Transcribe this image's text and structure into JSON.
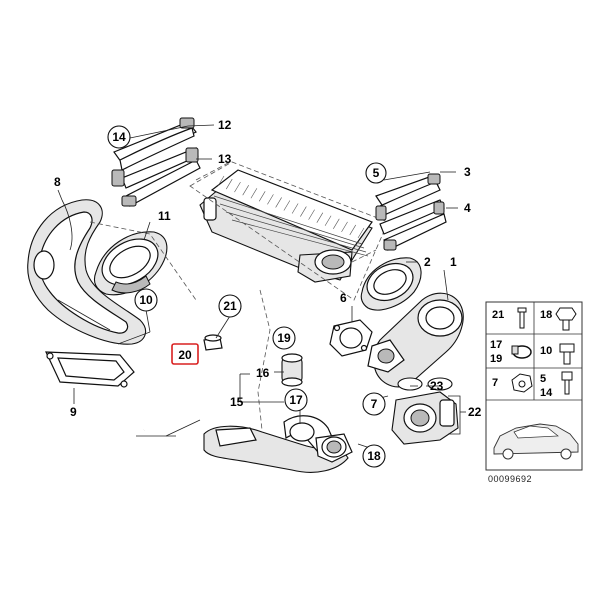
{
  "diagram": {
    "callouts": [
      {
        "id": "c14",
        "text": "14",
        "circled": true
      },
      {
        "id": "c12",
        "text": "12",
        "circled": false
      },
      {
        "id": "c13",
        "text": "13",
        "circled": false
      },
      {
        "id": "c8",
        "text": "8",
        "circled": false
      },
      {
        "id": "c11",
        "text": "11",
        "circled": false
      },
      {
        "id": "c10",
        "text": "10",
        "circled": true
      },
      {
        "id": "c9",
        "text": "9",
        "circled": false
      },
      {
        "id": "c5",
        "text": "5",
        "circled": true
      },
      {
        "id": "c3",
        "text": "3",
        "circled": false
      },
      {
        "id": "c4",
        "text": "4",
        "circled": false
      },
      {
        "id": "c2",
        "text": "2",
        "circled": false
      },
      {
        "id": "c1",
        "text": "1",
        "circled": false
      },
      {
        "id": "c6",
        "text": "6",
        "circled": false
      },
      {
        "id": "c21",
        "text": "21",
        "circled": true
      },
      {
        "id": "c20",
        "text": "20",
        "circled": false,
        "highlighted": true
      },
      {
        "id": "c19",
        "text": "19",
        "circled": true
      },
      {
        "id": "c16",
        "text": "16",
        "circled": false
      },
      {
        "id": "c15",
        "text": "15",
        "circled": false
      },
      {
        "id": "c17",
        "text": "17",
        "circled": true
      },
      {
        "id": "c7",
        "text": "7",
        "circled": true
      },
      {
        "id": "c23",
        "text": "23",
        "circled": false
      },
      {
        "id": "c22",
        "text": "22",
        "circled": false
      },
      {
        "id": "c18",
        "text": "18",
        "circled": true
      }
    ],
    "hardware_panel": [
      {
        "text": "21"
      },
      {
        "text": "18"
      },
      {
        "text": "17"
      },
      {
        "text": "19"
      },
      {
        "text": "10"
      },
      {
        "text": "7"
      },
      {
        "text": "5"
      },
      {
        "text": "14"
      }
    ],
    "image_id": "00099692",
    "colors": {
      "line": "#111111",
      "highlight": "#d92020",
      "background": "#ffffff"
    }
  }
}
